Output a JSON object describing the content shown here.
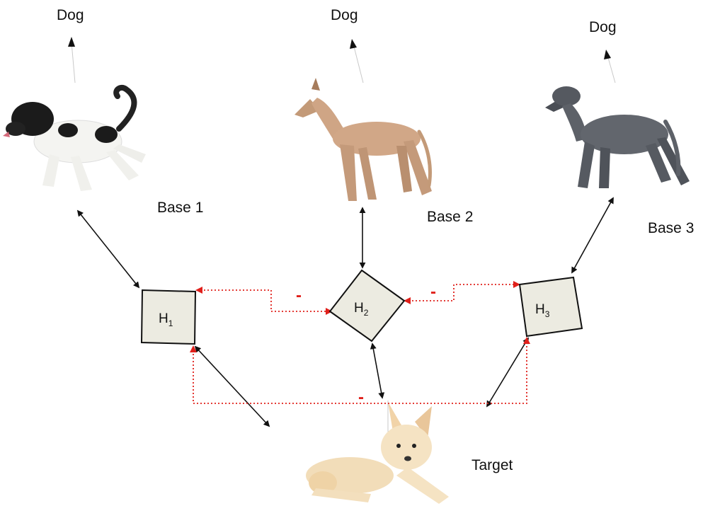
{
  "bases": [
    {
      "label": "Base 1",
      "category": "Dog"
    },
    {
      "label": "Base 2",
      "category": "Dog"
    },
    {
      "label": "Base 3",
      "category": "Dog"
    }
  ],
  "hypotheses": [
    {
      "letter": "H",
      "index": "1"
    },
    {
      "letter": "H",
      "index": "2"
    },
    {
      "letter": "H",
      "index": "3"
    }
  ],
  "target": {
    "label": "Target"
  },
  "inhibition_symbol": "-",
  "colors": {
    "inhibition": "#e0201b",
    "node_fill": "#ecebe1",
    "connection": "#111111"
  },
  "images": [
    "dog-photo-base-1",
    "dog-photo-base-2",
    "dog-photo-base-3",
    "dog-photo-target"
  ]
}
